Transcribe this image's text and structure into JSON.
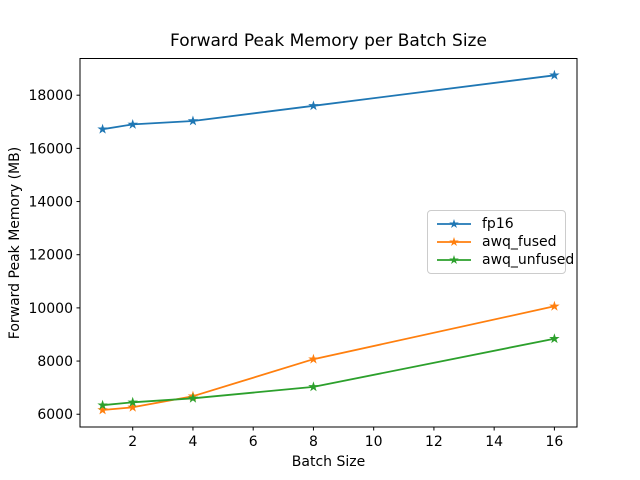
{
  "chart_data": {
    "type": "line",
    "title": "Forward Peak Memory per Batch Size",
    "xlabel": "Batch Size",
    "ylabel": "Forward Peak Memory (MB)",
    "x": [
      1,
      2,
      4,
      8,
      16
    ],
    "series": [
      {
        "name": "fp16",
        "color": "#1f77b4",
        "marker": "star",
        "values": [
          16720,
          16900,
          17030,
          17600,
          18750
        ]
      },
      {
        "name": "awq_fused",
        "color": "#ff7f0e",
        "marker": "star",
        "values": [
          6160,
          6260,
          6680,
          8070,
          10060
        ]
      },
      {
        "name": "awq_unfused",
        "color": "#2ca02c",
        "marker": "star",
        "values": [
          6340,
          6450,
          6600,
          7030,
          8840
        ]
      }
    ],
    "xlim": [
      0.25,
      16.75
    ],
    "ylim": [
      5520,
      19380
    ],
    "xticks": [
      2,
      4,
      6,
      8,
      10,
      12,
      14,
      16
    ],
    "yticks": [
      6000,
      8000,
      10000,
      12000,
      14000,
      16000,
      18000
    ],
    "grid": false,
    "legend_position": "center-right",
    "axis_color": "#000000",
    "background_color": "#ffffff"
  }
}
